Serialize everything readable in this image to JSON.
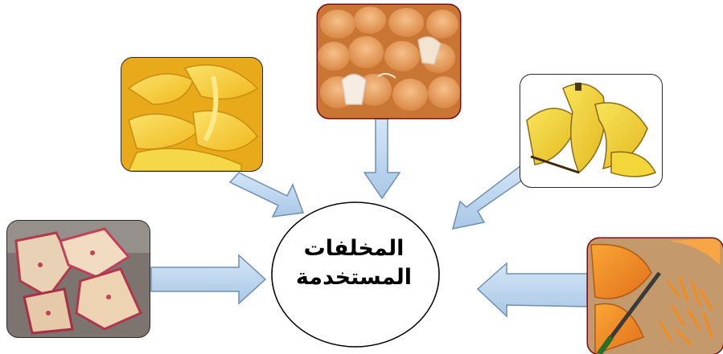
{
  "diagram": {
    "center": {
      "line1": "المخلفات",
      "line2": "المستخدمة"
    },
    "images": [
      {
        "id": "pomegranate-peels",
        "depicts": "pomegranate peels"
      },
      {
        "id": "lemon-peels",
        "depicts": "lemon peels"
      },
      {
        "id": "eggshells",
        "depicts": "eggshells"
      },
      {
        "id": "banana-peels",
        "depicts": "banana peels"
      },
      {
        "id": "orange-peels",
        "depicts": "orange peels"
      }
    ],
    "colors": {
      "arrow_fill": "#bcd6ee",
      "arrow_stroke": "#6f8fae",
      "ellipse_stroke": "#000000",
      "frame_dark": "#2a2a2a",
      "frame_red": "#7a0d0d"
    }
  }
}
